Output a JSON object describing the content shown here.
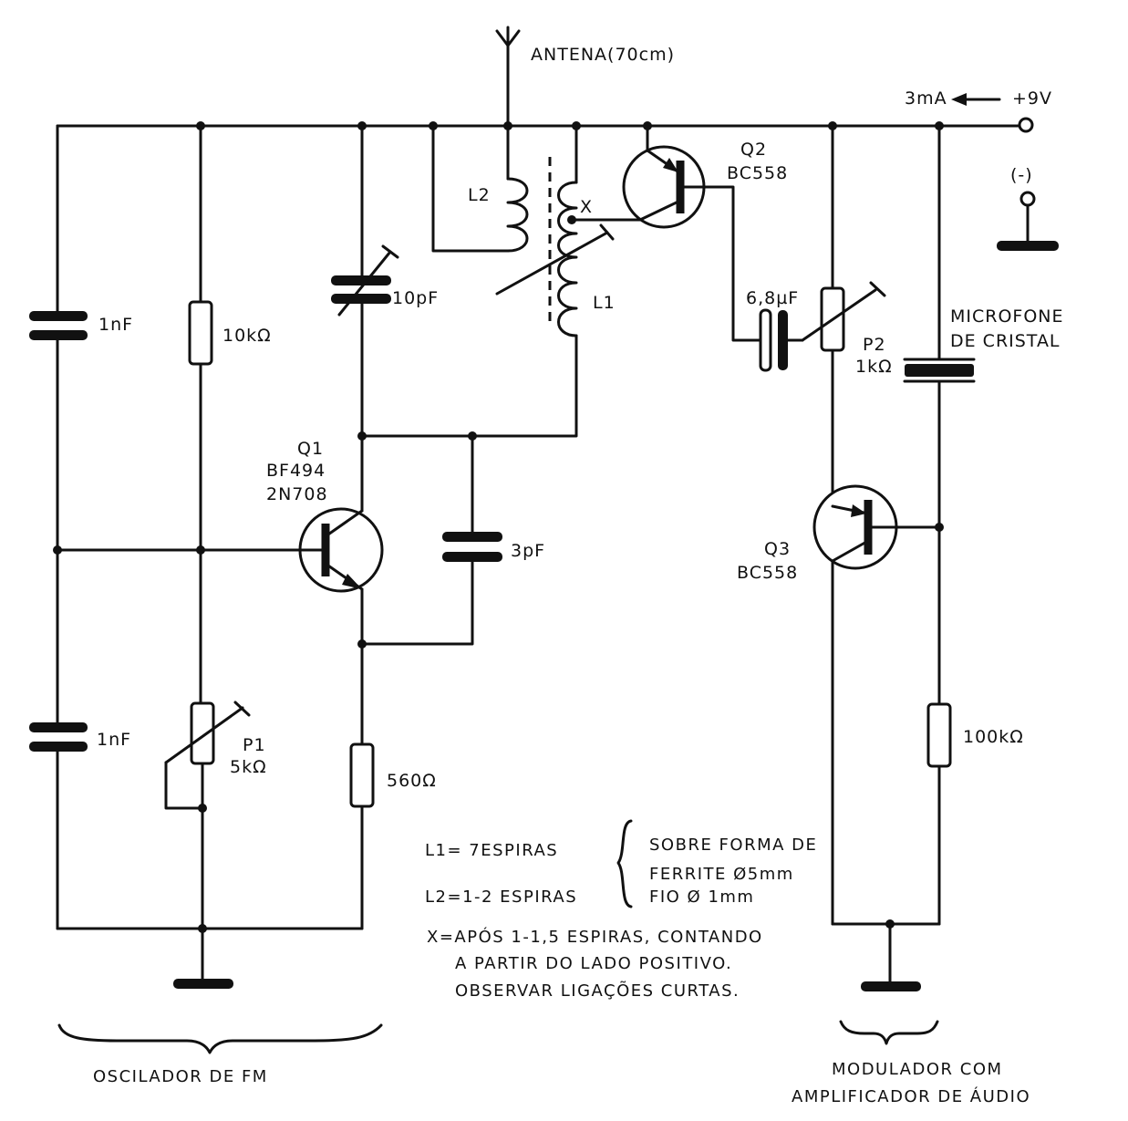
{
  "antenna": {
    "label": "ANTENA(70cm)"
  },
  "supply": {
    "current": "3mA",
    "voltage": "+9V",
    "negative": "(-)"
  },
  "transistors": {
    "q1": {
      "name": "Q1",
      "type1": "BF494",
      "type2": "2N708"
    },
    "q2": {
      "name": "Q2",
      "type": "BC558"
    },
    "q3": {
      "name": "Q3",
      "type": "BC558"
    }
  },
  "capacitors": {
    "c1": "1nF",
    "c2": "1nF",
    "c_trimmer": "10pF",
    "c_feedback": "3pF",
    "c_coupling": "6,8µF"
  },
  "resistors": {
    "r_bias": "10kΩ",
    "r_emitter": "560Ω",
    "r_base": "100kΩ"
  },
  "pots": {
    "p1": {
      "name": "P1",
      "value": "5kΩ"
    },
    "p2": {
      "name": "P2",
      "value": "1kΩ"
    }
  },
  "coils": {
    "l1": "L1",
    "l2": "L2",
    "tap": "X"
  },
  "microphone": {
    "line1": "MICROFONE",
    "line2": "DE CRISTAL"
  },
  "notes": {
    "l1": "L1= 7ESPIRAS",
    "l2": "L2=1-2 ESPIRAS",
    "spec1": "SOBRE FORMA DE",
    "spec2": "FERRITE Ø5mm",
    "spec3": "FIO Ø 1mm",
    "x1": "X=APÓS 1-1,5 ESPIRAS, CONTANDO",
    "x2": "A PARTIR DO LADO POSITIVO.",
    "x3": "OBSERVAR LIGAÇÕES CURTAS."
  },
  "sections": {
    "oscillator": "OSCILADOR DE FM",
    "modulator1": "MODULADOR COM",
    "modulator2": "AMPLIFICADOR DE ÁUDIO"
  }
}
